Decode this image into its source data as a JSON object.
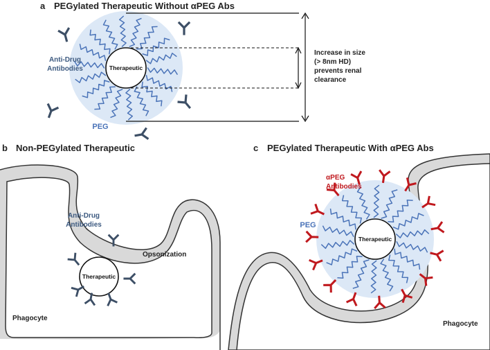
{
  "panel_a": {
    "letter": "a",
    "title": "PEGylated Therapeutic Without αPEG Abs",
    "anti_drug_line1": "Anti-Drug",
    "anti_drug_line2": "Antibodies",
    "peg_label": "PEG",
    "therapeutic_label": "Therapeutic",
    "size_note_line1": "Increase in size",
    "size_note_line2": "(> 8nm HD)",
    "size_note_line3": "prevents renal",
    "size_note_line4": "clearance"
  },
  "panel_b": {
    "letter": "b",
    "title": "Non-PEGylated Therapeutic",
    "anti_drug_line1": "Anti-Drug",
    "anti_drug_line2": "Antibodies",
    "opsonization_label": "Opsonization",
    "therapeutic_label": "Therapeutic",
    "phagocyte_label": "Phagocyte"
  },
  "panel_c": {
    "letter": "c",
    "title": "PEGylated Therapeutic With αPEG Abs",
    "apeg_line1": "αPEG",
    "apeg_line2": "Antibodies",
    "peg_label": "PEG",
    "therapeutic_label": "Therapeutic",
    "phagocyte_label": "Phagocyte"
  },
  "colors": {
    "peg_halo": "#dce8f6",
    "peg_chain": "#4a73b8",
    "anti_drug_antibody": "#3d4f66",
    "apeg_antibody": "#c0191e",
    "phagocyte_fill": "#d9d9d9",
    "phagocyte_stroke": "#333333"
  },
  "icons": {
    "antibody": "y-shaped-antibody-icon",
    "therapeutic": "circle-particle-icon"
  }
}
